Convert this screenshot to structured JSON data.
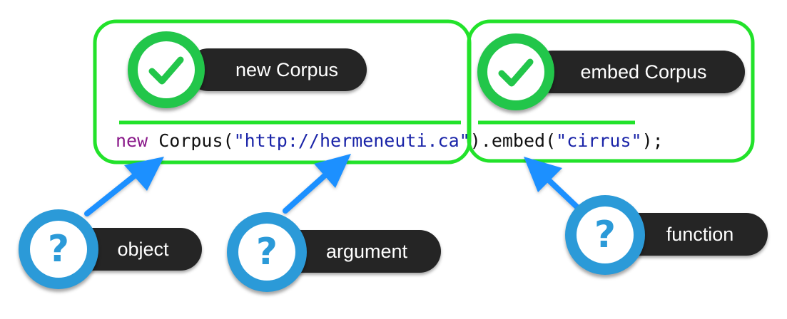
{
  "colors": {
    "green": "#22e22a",
    "check_badge": "#22c64a",
    "question_badge": "#2b9ad8",
    "arrow": "#1e90ff",
    "pill": "#252525",
    "keyword": "#8a1a8a",
    "string": "#1a24a8"
  },
  "steps": {
    "new_corpus": {
      "label": "new Corpus",
      "icon": "checkmark-icon"
    },
    "embed_corpus": {
      "label": "embed Corpus",
      "icon": "checkmark-icon"
    }
  },
  "code": {
    "keyword": "new",
    "class_open": " Corpus(",
    "url_string": "\"http://hermeneuti.ca\"",
    "close_dot": ").",
    "method_open": "embed(",
    "tool_string": "\"cirrus\"",
    "end": ");"
  },
  "callouts": {
    "object": {
      "label": "object",
      "icon": "question-mark-icon",
      "glyph": "?"
    },
    "argument": {
      "label": "argument",
      "icon": "question-mark-icon",
      "glyph": "?"
    },
    "function": {
      "label": "function",
      "icon": "question-mark-icon",
      "glyph": "?"
    }
  }
}
